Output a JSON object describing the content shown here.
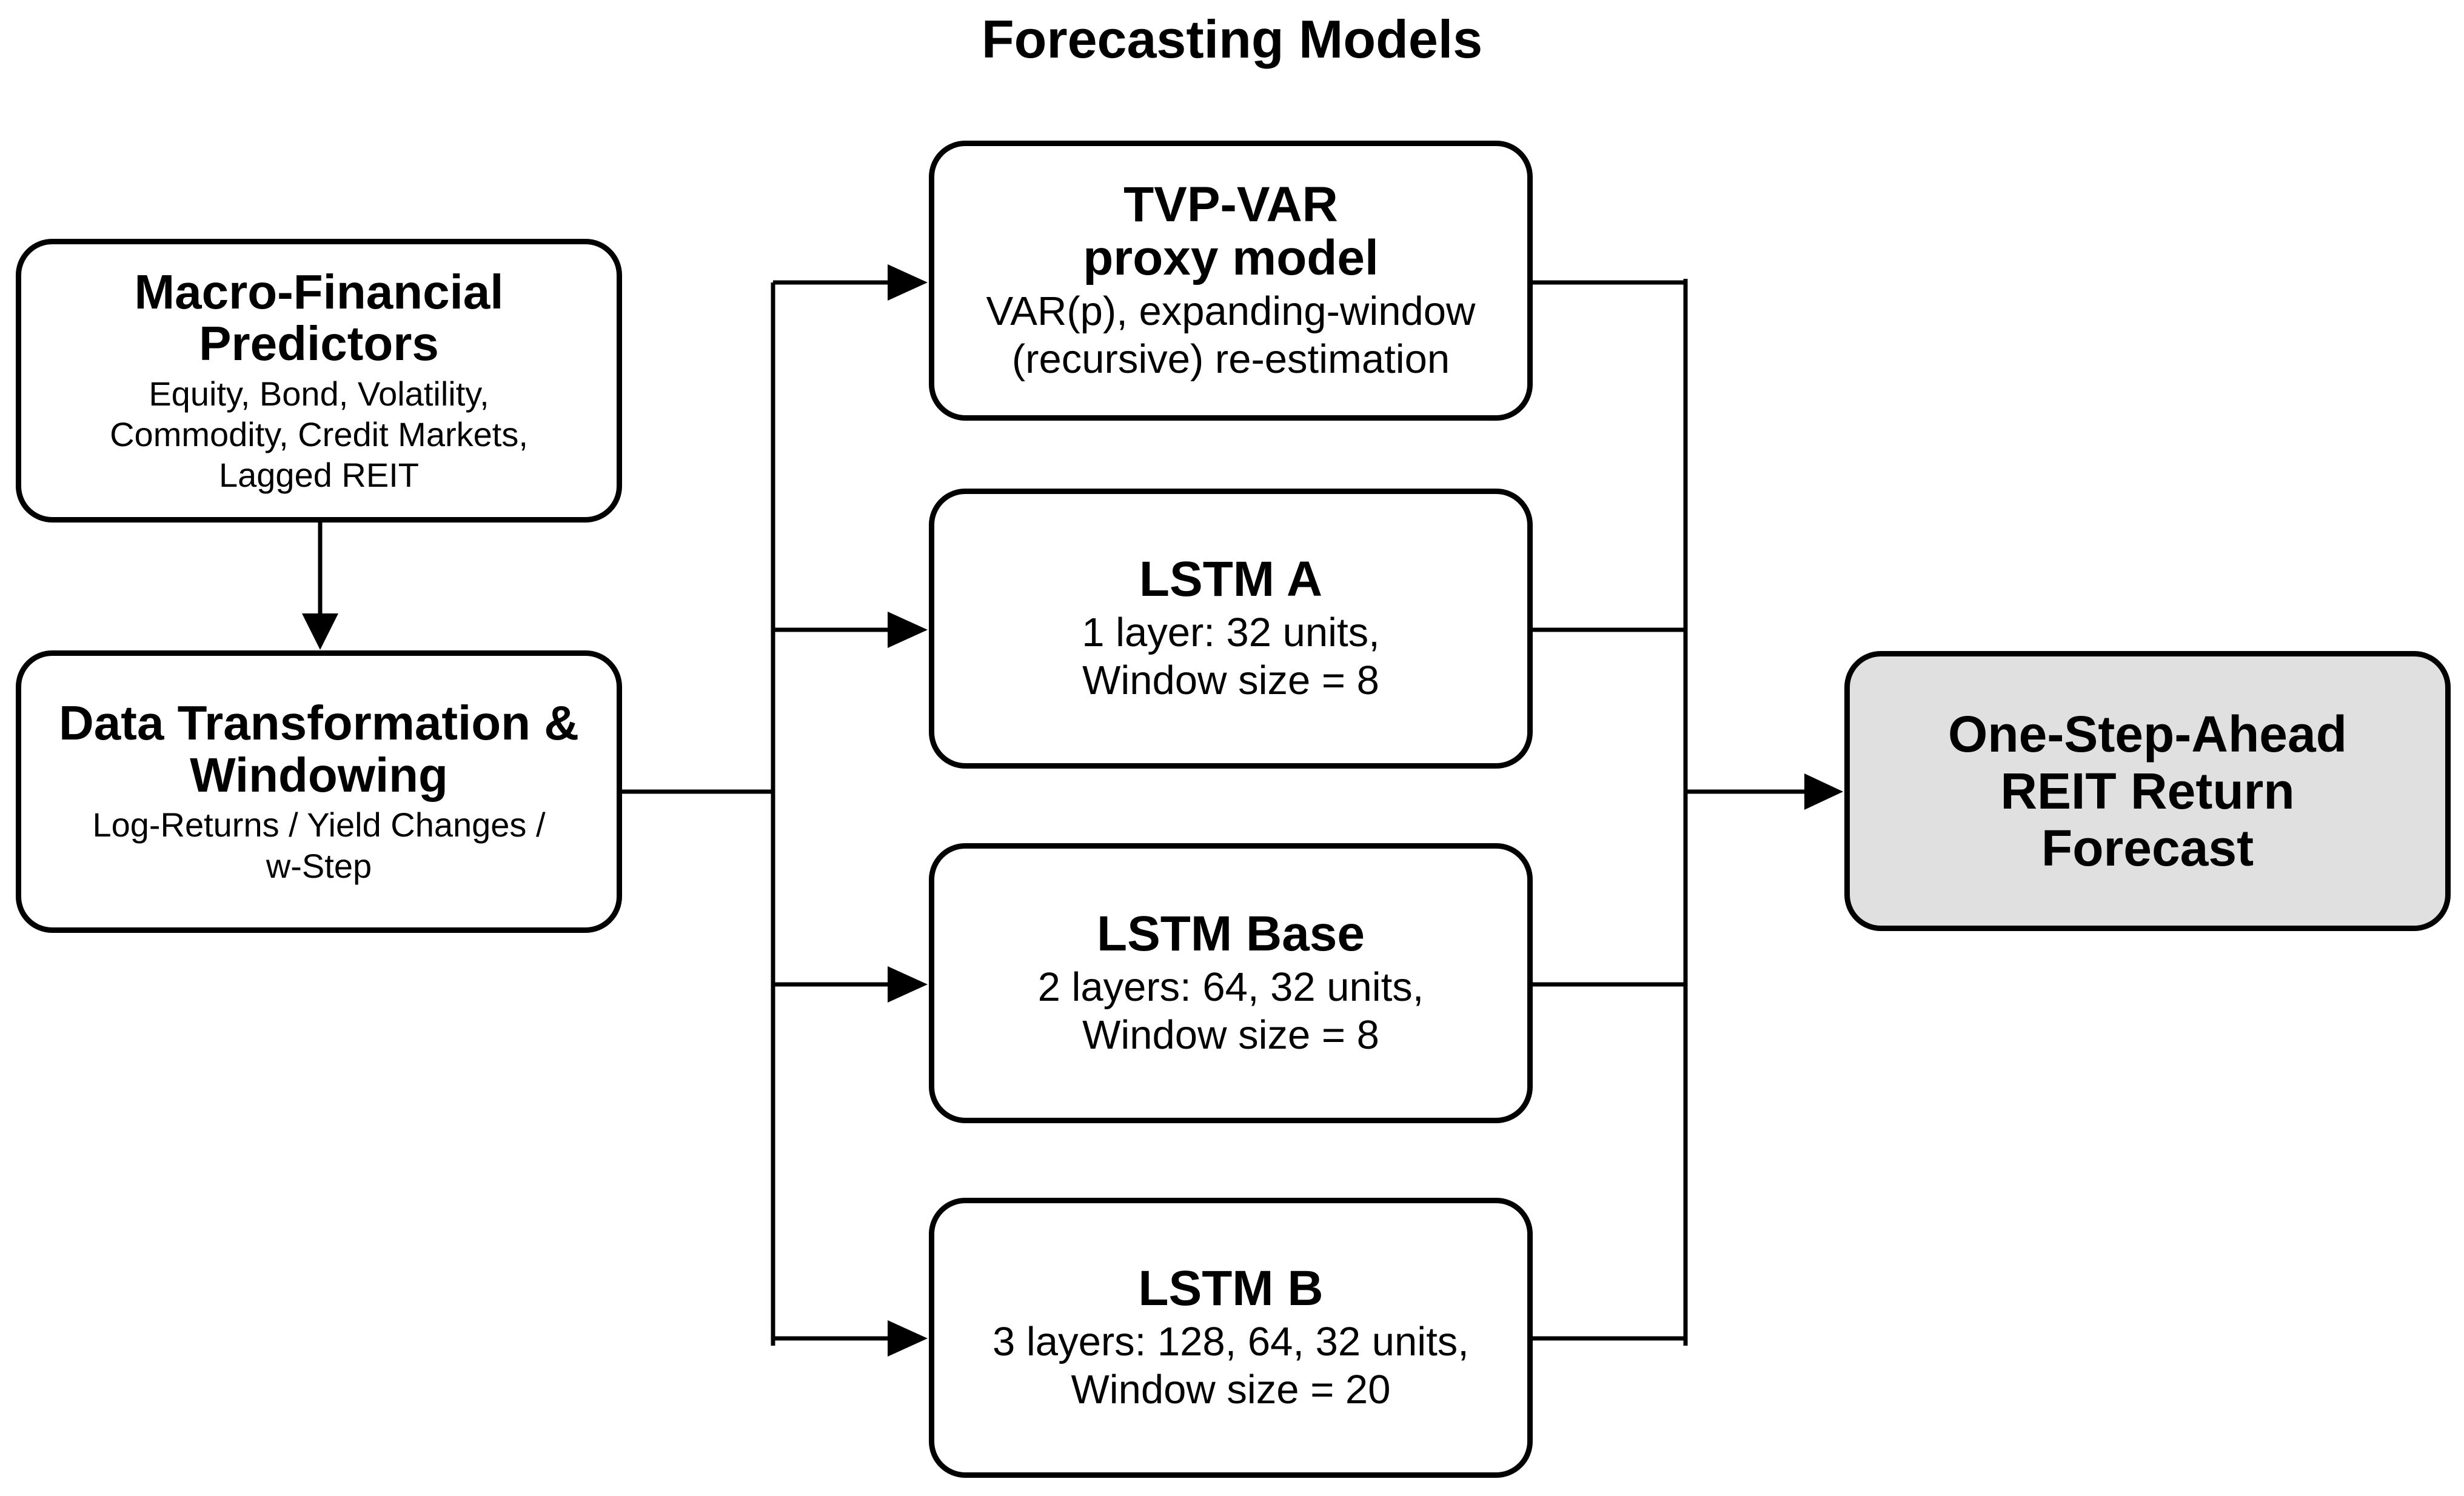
{
  "diagram": {
    "title": "Forecasting Models",
    "predictors": {
      "title": "Macro-Financial Predictors",
      "subtitle": "Equity, Bond, Volatility, Commodity, Credit Markets, Lagged REIT"
    },
    "transformation": {
      "title": "Data Transformation & Windowing",
      "subtitle": "Log-Returns / Yield Changes / w-Step"
    },
    "models": [
      {
        "title": "TVP-VAR proxy model",
        "subtitle": "VAR(p), expanding-window (recursive) re-estimation"
      },
      {
        "title": "LSTM A",
        "subtitle": "1 layer: 32 units, Window size = 8"
      },
      {
        "title": "LSTM Base",
        "subtitle": "2 layers: 64, 32 units, Window size = 8"
      },
      {
        "title": "LSTM B",
        "subtitle": "3 layers: 128, 64, 32 units, Window size = 20"
      }
    ],
    "output": {
      "title": "One-Step-Ahead REIT Return Forecast"
    }
  },
  "colors": {
    "stroke": "#000000",
    "box_fill": "#ffffff",
    "output_fill": "#e0e0e0"
  }
}
